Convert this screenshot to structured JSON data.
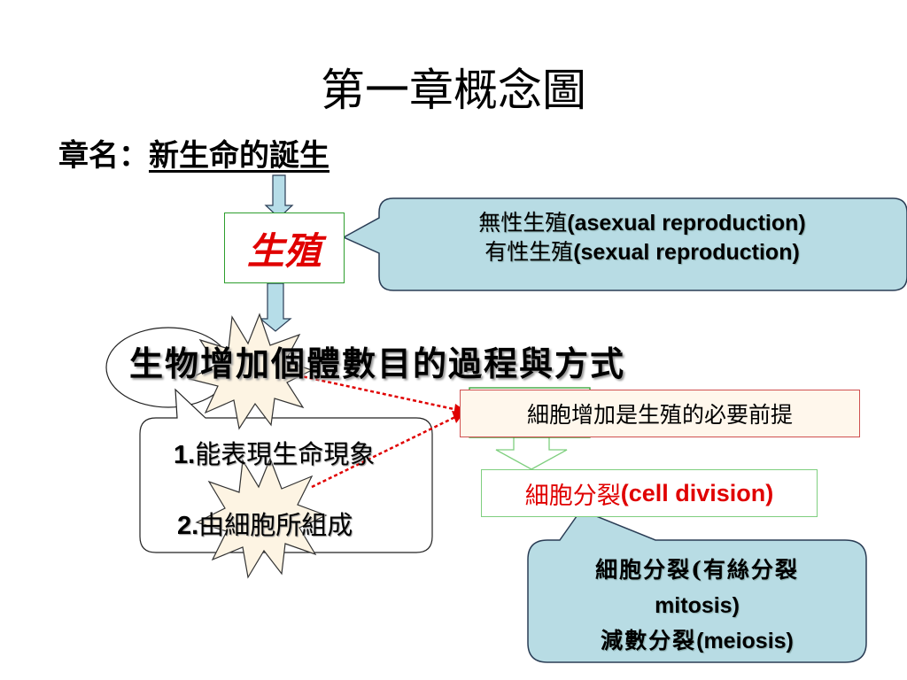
{
  "title": "第一章概念圖",
  "chapter": {
    "label": "章名：",
    "name": "新生命的誕生"
  },
  "reproduction": "生殖",
  "callout_top": {
    "line1_zh": "無性生殖",
    "line1_en": "(asexual reproduction)",
    "line2_zh": "有性生殖",
    "line2_en": "(sexual reproduction)"
  },
  "process_text": "生物增加個體數目的過程與方式",
  "features": {
    "item1_num": "1.",
    "item1_text": "能表現生命現象",
    "item2_num": "2.",
    "item2_text": "由細胞所組成"
  },
  "prerequisite": {
    "part1": "細胞增加",
    "part2": "是生殖的必要前提"
  },
  "cell_division": {
    "zh": "細胞分裂",
    "en": "(cell division)"
  },
  "callout_bottom": {
    "line1_zh": "細胞分裂(有絲分裂",
    "line1_en": "mitosis)",
    "line2_zh": "減數分裂",
    "line2_en": "(meiosis)"
  },
  "colors": {
    "arrow_fill": "#b6dde8",
    "callout_fill": "#b8dce4",
    "red": "#e00000",
    "green_border": "#2e9e2e",
    "burst_fill": "#fdf4e3",
    "pre_bg": "#fff7ec"
  }
}
